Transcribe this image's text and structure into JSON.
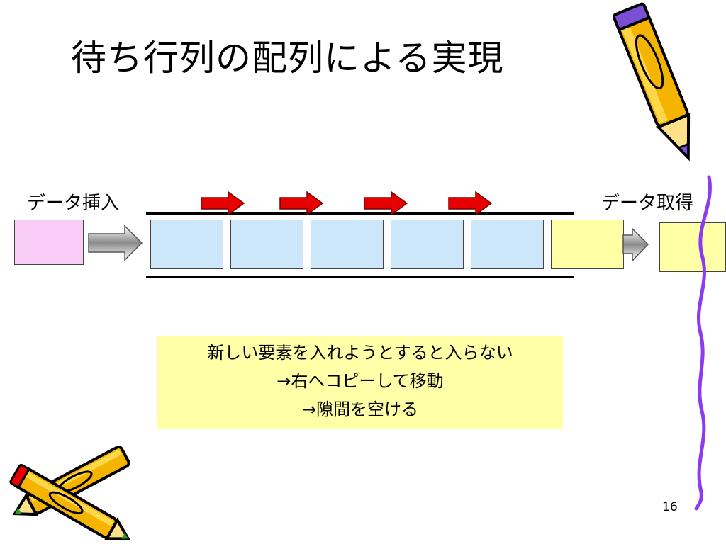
{
  "slide": {
    "title": "待ち行列の配列による実現",
    "page_number": "16"
  },
  "diagram": {
    "insert_label": "データ挿入",
    "remove_label": "データ取得",
    "queue_cell_count": 5,
    "colors": {
      "queue_cell": "#cce6fa",
      "incoming_item": "#f9ccf6",
      "outgoing_item": "#ffffa6",
      "shift_arrow": "#e60000",
      "flow_arrow": "#9a9a9a"
    }
  },
  "note": {
    "lines": [
      "新しい要素を入れようとすると入らない",
      "→右へコピーして移動",
      "→隙間を空ける"
    ]
  },
  "decorations": [
    "pencil-clipart-top-right",
    "pencils-clipart-bottom-left",
    "wavy-line-right"
  ]
}
